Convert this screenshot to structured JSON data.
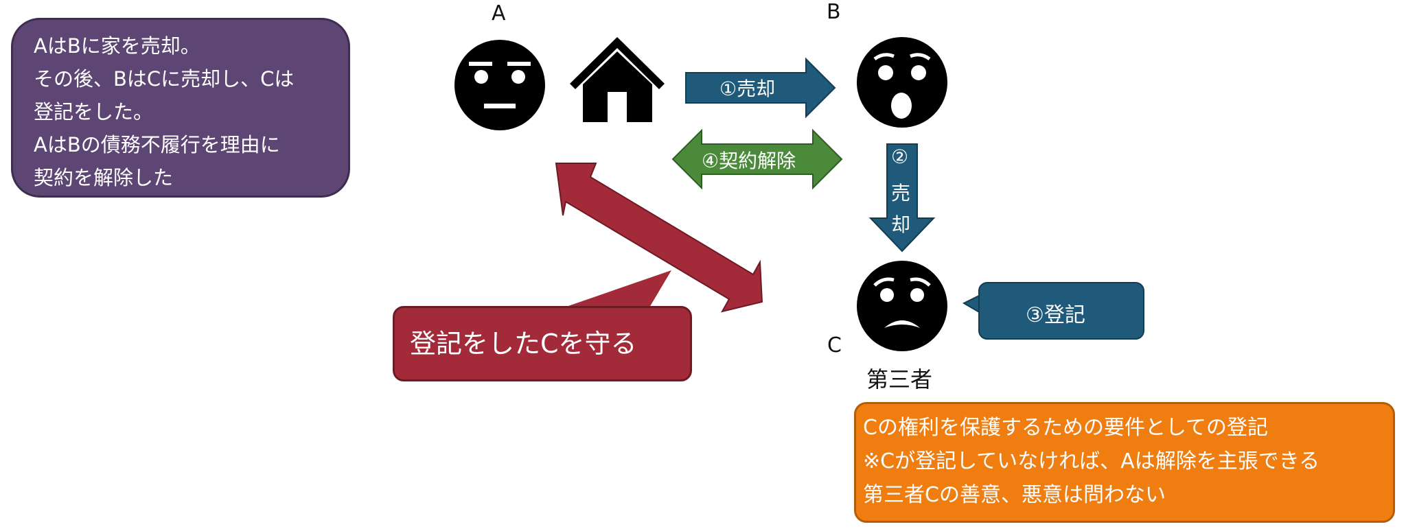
{
  "labels": {
    "a": "A",
    "b": "B",
    "c": "C",
    "third_party": "第三者"
  },
  "premise": {
    "lines": [
      "AはBに家を売却。",
      "その後、BはCに売却し、Cは",
      "登記をした。",
      "AはBの債務不履行を理由に",
      "契約を解除した"
    ]
  },
  "arrows": {
    "sale1": "①売却",
    "sale2": [
      "②",
      "売",
      "却"
    ],
    "registration": "③登記",
    "rescission": "④契約解除"
  },
  "protect": "登記をしたCを守る",
  "requirement": {
    "lines": [
      "Cの権利を保護するための要件としての登記",
      "※Cが登記していなければ、Aは解除を主張できる",
      "第三者Cの善意、悪意は問わない"
    ]
  },
  "colors": {
    "purple": "#5e4674",
    "blue": "#1f5a7a",
    "green": "#4b8a3b",
    "red": "#a22a39",
    "orange": "#ef7d10",
    "black": "#000000"
  },
  "icons": {
    "person_a": "neutral-face-icon",
    "person_b": "surprised-face-icon",
    "person_c": "worried-face-icon",
    "house": "house-icon"
  }
}
